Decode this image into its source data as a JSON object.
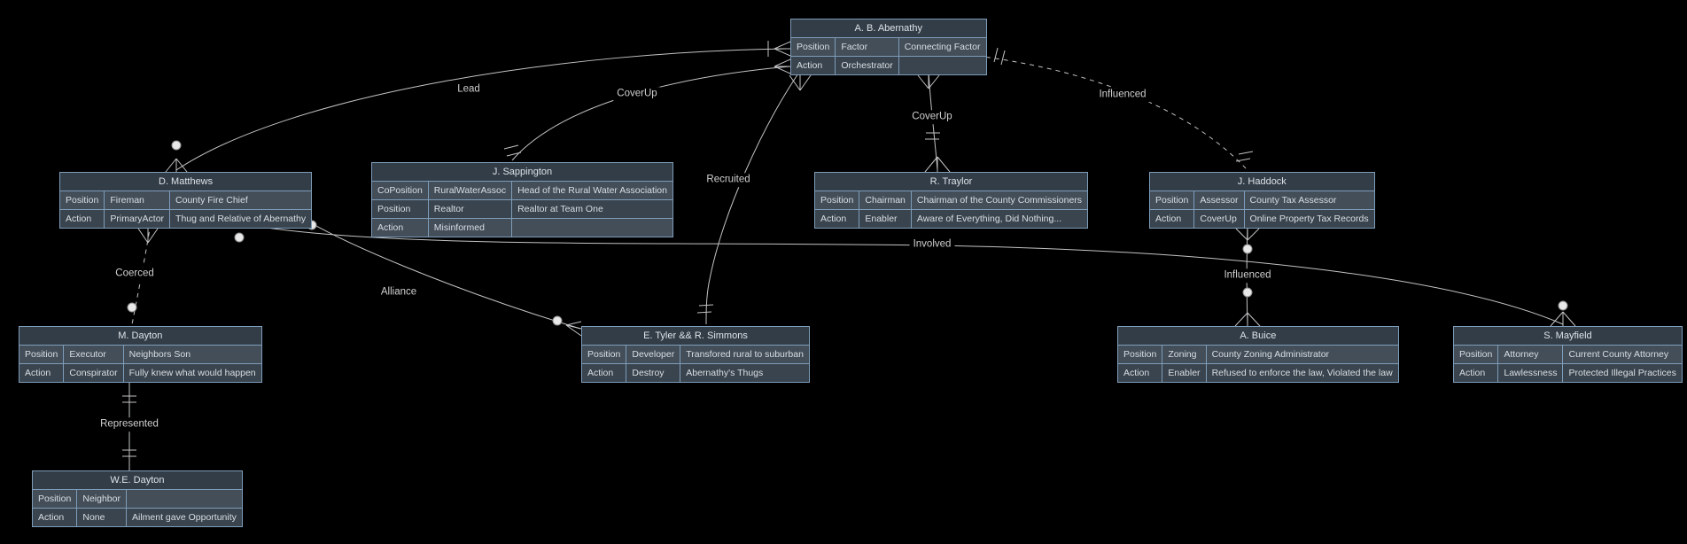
{
  "diagram": {
    "background": "#000000",
    "entity_border_color": "#7e9dba",
    "entity_header_fill": "#333d47",
    "entity_row_light_fill": "#434e59",
    "entity_row_dark_fill": "#3a444e",
    "text_color": "#d9dee3",
    "line_color": "#c2c3c5",
    "edge_label_color": "#d0d0d0"
  },
  "entities": [
    {
      "name": "A. B. Abernathy",
      "rows": [
        [
          "Position",
          "Factor",
          "Connecting Factor"
        ],
        [
          "Action",
          "Orchestrator",
          ""
        ]
      ]
    },
    {
      "name": "D. Matthews",
      "rows": [
        [
          "Position",
          "Fireman",
          "County Fire Chief"
        ],
        [
          "Action",
          "PrimaryActor",
          "Thug and Relative of Abernathy"
        ]
      ]
    },
    {
      "name": "J. Sappington",
      "rows": [
        [
          "CoPosition",
          "RuralWaterAssoc",
          "Head of the Rural Water Association"
        ],
        [
          "Position",
          "Realtor",
          "Realtor at Team One"
        ],
        [
          "Action",
          "Misinformed",
          ""
        ]
      ]
    },
    {
      "name": "R. Traylor",
      "rows": [
        [
          "Position",
          "Chairman",
          "Chairman of the County Commissioners"
        ],
        [
          "Action",
          "Enabler",
          "Aware of Everything, Did Nothing..."
        ]
      ]
    },
    {
      "name": "J. Haddock",
      "rows": [
        [
          "Position",
          "Assessor",
          "County Tax Assessor"
        ],
        [
          "Action",
          "CoverUp",
          "Online Property Tax Records"
        ]
      ]
    },
    {
      "name": "M. Dayton",
      "rows": [
        [
          "Position",
          "Executor",
          "Neighbors Son"
        ],
        [
          "Action",
          "Conspirator",
          "Fully knew what would happen"
        ]
      ]
    },
    {
      "name": "E. Tyler && R. Simmons",
      "rows": [
        [
          "Position",
          "Developer",
          "Transfored rural to suburban"
        ],
        [
          "Action",
          "Destroy",
          "Abernathy's Thugs"
        ]
      ]
    },
    {
      "name": "A. Buice",
      "rows": [
        [
          "Position",
          "Zoning",
          "County Zoning Administrator"
        ],
        [
          "Action",
          "Enabler",
          "Refused to enforce the law, Violated the law"
        ]
      ]
    },
    {
      "name": "S. Mayfield",
      "rows": [
        [
          "Position",
          "Attorney",
          "Current County Attorney"
        ],
        [
          "Action",
          "Lawlessness",
          "Protected Illegal Practices"
        ]
      ]
    },
    {
      "name": "W.E. Dayton",
      "rows": [
        [
          "Position",
          "Neighbor",
          ""
        ],
        [
          "Action",
          "None",
          "Ailment gave Opportunity"
        ]
      ]
    }
  ],
  "edges": [
    {
      "label": "Lead",
      "from": "A. B. Abernathy",
      "to": "D. Matthews",
      "style": "solid"
    },
    {
      "label": "CoverUp",
      "from": "A. B. Abernathy",
      "to": "J. Sappington",
      "style": "solid"
    },
    {
      "label": "CoverUp",
      "from": "A. B. Abernathy",
      "to": "R. Traylor",
      "style": "solid"
    },
    {
      "label": "Influenced",
      "from": "A. B. Abernathy",
      "to": "J. Haddock",
      "style": "dashed"
    },
    {
      "label": "Recruited",
      "from": "A. B. Abernathy",
      "to": "E. Tyler && R. Simmons",
      "style": "solid"
    },
    {
      "label": "Coerced",
      "from": "D. Matthews",
      "to": "M. Dayton",
      "style": "dashed"
    },
    {
      "label": "Alliance",
      "from": "D. Matthews",
      "to": "E. Tyler && R. Simmons",
      "style": "solid"
    },
    {
      "label": "Involved",
      "from": "D. Matthews",
      "to": "S. Mayfield",
      "style": "solid"
    },
    {
      "label": "Influenced",
      "from": "J. Haddock",
      "to": "A. Buice",
      "style": "solid"
    },
    {
      "label": "Represented",
      "from": "M. Dayton",
      "to": "W.E. Dayton",
      "style": "solid"
    }
  ]
}
